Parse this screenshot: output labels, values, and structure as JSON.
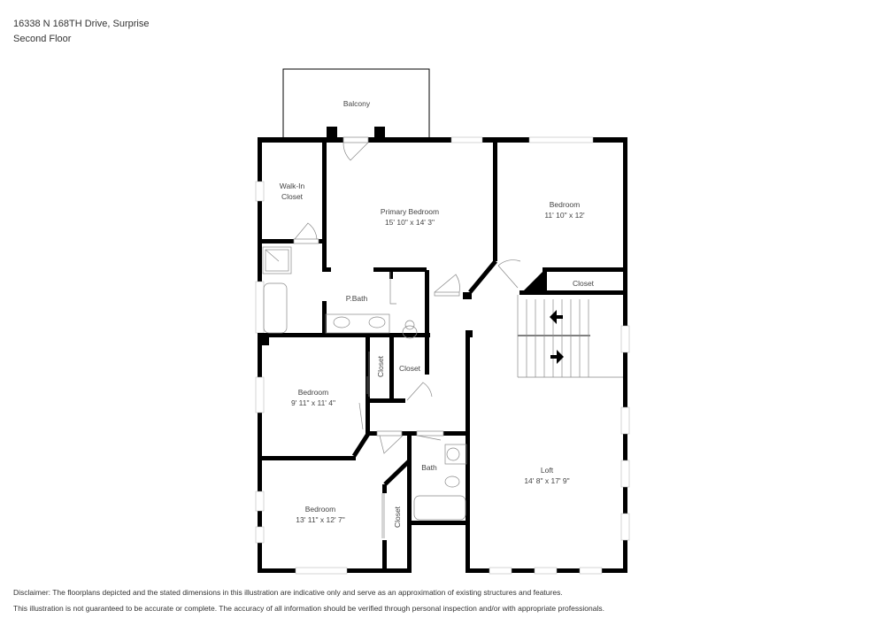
{
  "header": {
    "address": "16338 N 168TH Drive, Surprise",
    "floor": "Second Floor"
  },
  "rooms": {
    "balcony": {
      "name": "Balcony"
    },
    "walk_in_closet": {
      "name_line1": "Walk-In",
      "name_line2": "Closet"
    },
    "primary_bedroom": {
      "name": "Primary Bedroom",
      "dims": "15' 10\" x 14' 3\""
    },
    "bedroom_ne": {
      "name": "Bedroom",
      "dims": "11' 10\" x 12'"
    },
    "closet_ne": {
      "name": "Closet"
    },
    "p_bath": {
      "name": "P.Bath"
    },
    "closet_mid": {
      "name": "Closet"
    },
    "closet_vertical_1": {
      "name": "Closet"
    },
    "bedroom_w": {
      "name": "Bedroom",
      "dims": "9' 11\" x 11' 4\""
    },
    "bath": {
      "name": "Bath"
    },
    "bedroom_sw": {
      "name": "Bedroom",
      "dims": "13' 11\" x 12' 7\""
    },
    "closet_vertical_2": {
      "name": "Closet"
    },
    "loft": {
      "name": "Loft",
      "dims": "14' 8\" x 17' 9\""
    }
  },
  "disclaimer": {
    "line1": "Disclaimer: The floorplans depicted and the stated dimensions in this illustration are indicative only and serve as an approximation of existing structures and features.",
    "line2": "This illustration is not guaranteed to be accurate or complete. The accuracy of all information should be verified through personal inspection and/or with appropriate professionals."
  },
  "colors": {
    "wall": "#000000",
    "window": "#ffffff",
    "fixture": "#888888",
    "text": "#444444"
  }
}
